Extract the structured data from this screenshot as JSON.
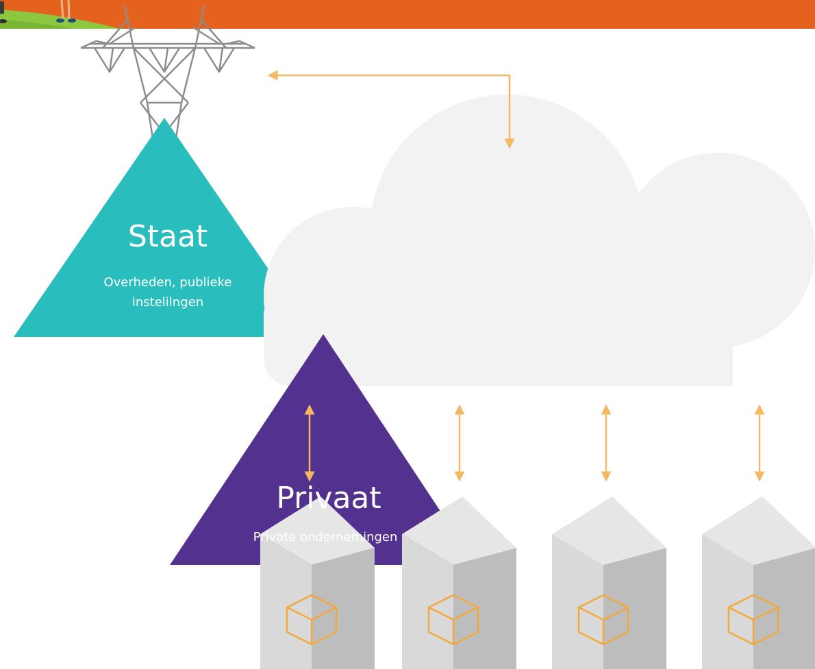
{
  "colors": {
    "banner": "#E5611E",
    "grass": "#8DC63F",
    "tower": "#8C8C8C",
    "staat_triangle": "#2ABDBE",
    "privaat_triangle": "#52318F",
    "cloud": "#F2F2F2",
    "arrow": "#F4B865",
    "server_front": "#BDBDBD",
    "server_side": "#D9D9D9",
    "server_top": "#E6E6E6",
    "cube_icon": "#F2A93B"
  },
  "icons": {
    "tower": "power-pylon-icon",
    "cloud": "cloud-icon",
    "server": "server-block-icon",
    "cube": "cube-icon"
  },
  "staat": {
    "title": "Staat",
    "subtitle_line1": "Overheden, publieke",
    "subtitle_line2": "instelilngen"
  },
  "privaat": {
    "title": "Privaat",
    "subtitle": "Private ondernemingen"
  }
}
